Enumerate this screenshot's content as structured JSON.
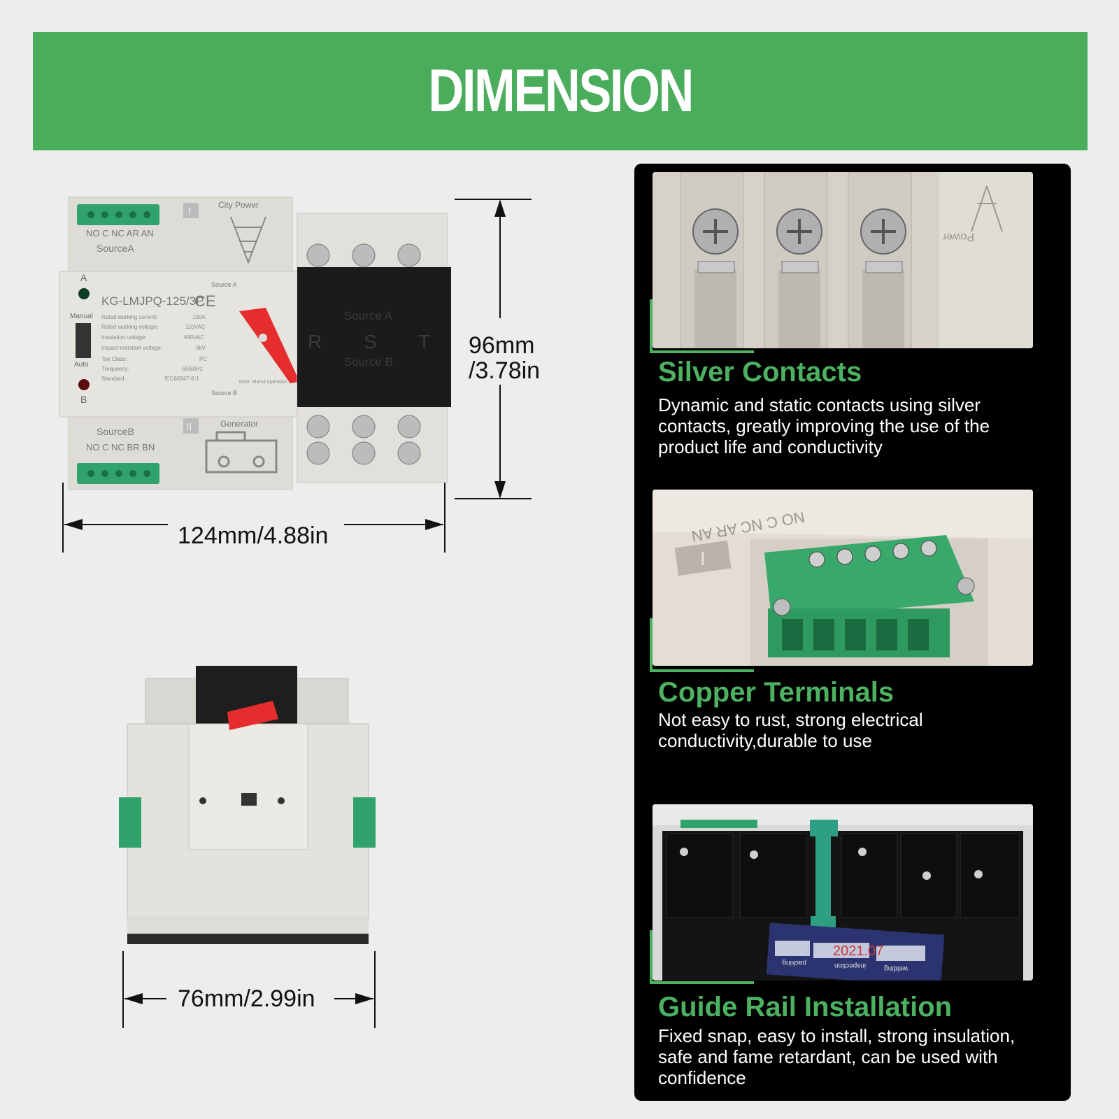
{
  "banner": {
    "title": "DIMENSION"
  },
  "dimensions": {
    "height_metric": "96mm",
    "height_imperial": "/3.78in",
    "width_label": "124mm/4.88in",
    "depth_label": "76mm/2.99in"
  },
  "device": {
    "model": "KG-LMJPQ-125/3P",
    "ce_mark": "CE",
    "city_power": "City Power",
    "generator": "Generator",
    "source_a": "SourceA",
    "source_b": "SourceB",
    "source_a_label": "Source A",
    "source_b_label": "Source B",
    "terminals_a": "NO C NC AR AN",
    "terminals_b": "NO C NC BR BN",
    "roman_one": "I",
    "roman_two": "II",
    "led_a": "A",
    "led_b": "B",
    "manual": "Manual",
    "auto": "Auto",
    "phases": [
      "R",
      "S",
      "T"
    ],
    "note": "Note: Manul opertaion must be in \"Ma- nual\" position",
    "specs": [
      [
        "Rated working current:",
        "100A"
      ],
      [
        "Rated working voltage:",
        "110VAC"
      ],
      [
        "Insulation voltage:",
        "690VAC"
      ],
      [
        "Impact-resistant voltage:",
        "8kV"
      ],
      [
        "Tse Class:",
        "PC"
      ],
      [
        "Trequnecy:",
        "50/60Hz"
      ],
      [
        "Standard:",
        "IEC60347-6-1"
      ]
    ]
  },
  "features": [
    {
      "title": "Silver Contacts",
      "description": "Dynamic and static contacts using silver contacts, greatly improving the use of the product life and conductivity"
    },
    {
      "title": "Copper Terminals",
      "description": "Not easy to rust, strong electrical conductivity,durable to use"
    },
    {
      "title": "Guide Rail Installation",
      "description": "Fixed snap, easy to install, strong insulation, safe and fame retardant, can be used with confidence"
    }
  ],
  "photo_text": {
    "terminal_print": "NO C NC AR AN",
    "power_print": "Power",
    "date_stamp": "2021.07",
    "label_words": [
      "packing",
      "inspection",
      "welding"
    ]
  },
  "colors": {
    "brand_green": "#49ad5b",
    "terminal_green": "#2fa36b",
    "handle_red": "#e52d2d",
    "panel_black": "#000000",
    "background": "#ededed"
  }
}
